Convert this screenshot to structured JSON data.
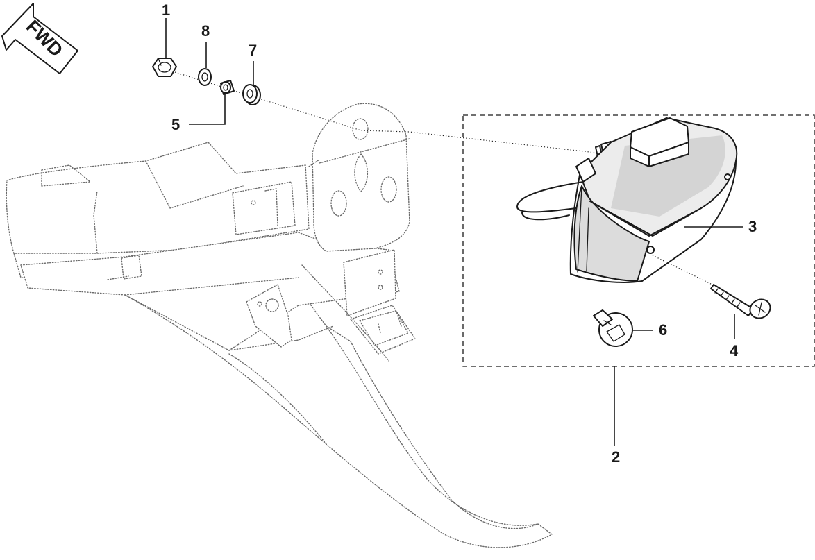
{
  "direction_badge": {
    "label": "FWD"
  },
  "callouts": [
    {
      "id": "1",
      "label": "1"
    },
    {
      "id": "2",
      "label": "2"
    },
    {
      "id": "3",
      "label": "3"
    },
    {
      "id": "4",
      "label": "4"
    },
    {
      "id": "5",
      "label": "5"
    },
    {
      "id": "6",
      "label": "6"
    },
    {
      "id": "7",
      "label": "7"
    },
    {
      "id": "8",
      "label": "8"
    }
  ],
  "colors": {
    "line": "#1a1a1a",
    "dotted_part": "#6a6a6a",
    "lamp_shading": "#d4d4d4"
  }
}
